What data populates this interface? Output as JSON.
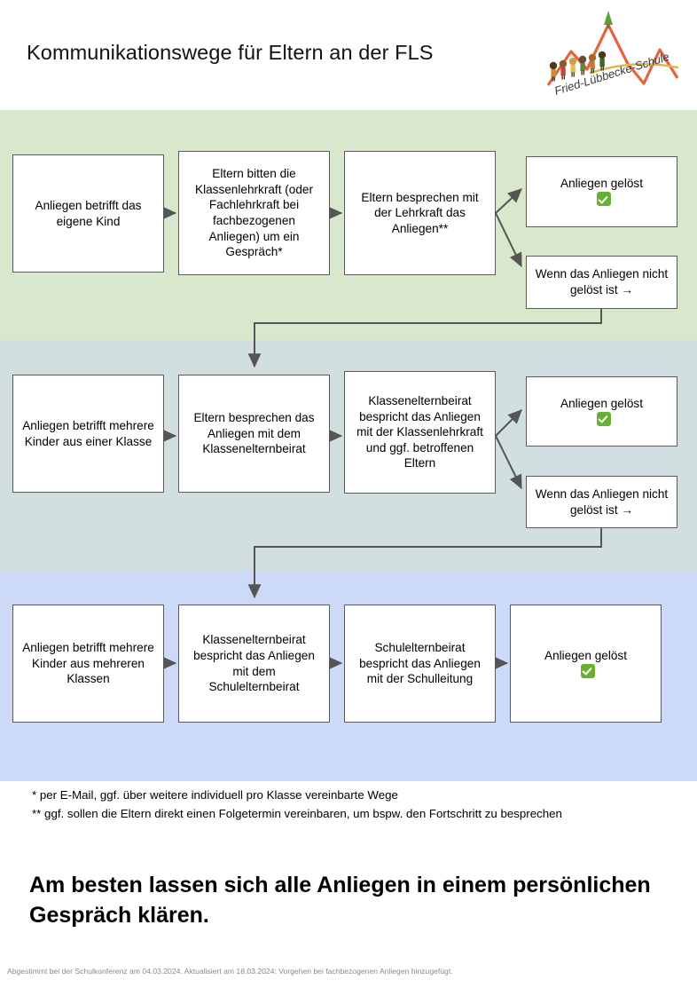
{
  "header": {
    "title": "Kommunikationswege für Eltern an der FLS",
    "logo_name": "fried-luebbecke-schule-logo",
    "logo_text": "Fried-Lübbecke-Schule"
  },
  "rows": [
    {
      "id": "row-eigenes-kind",
      "band_color": "#d9e7cd",
      "boxes": {
        "trigger": "Anliegen betrifft das eigene Kind",
        "step1": "Eltern bitten die Klassenlehrkraft (oder Fachlehrkraft bei fachbezogenen Anliegen) um ein Gespräch*",
        "step2": "Eltern besprechen mit der Lehrkraft das Anliegen**",
        "solved": "Anliegen gelöst",
        "unsolved": "Wenn das Anliegen nicht gelöst ist →"
      }
    },
    {
      "id": "row-eine-klasse",
      "band_color": "#d2dfe1",
      "boxes": {
        "trigger": "Anliegen betrifft mehrere Kinder aus einer Klasse",
        "step1": "Eltern besprechen das Anliegen mit dem Klassenelternbeirat",
        "step2": "Klassenelternbeirat bespricht das Anliegen mit der Klassenlehrkraft und ggf. betroffenen Eltern",
        "solved": "Anliegen gelöst",
        "unsolved": "Wenn das Anliegen nicht gelöst ist →"
      }
    },
    {
      "id": "row-mehrere-klassen",
      "band_color": "#ccdaf7",
      "boxes": {
        "trigger": "Anliegen betrifft mehrere Kinder aus mehreren Klassen",
        "step1": "Klassenelternbeirat bespricht das Anliegen mit dem Schulelternbeirat",
        "step2": "Schulelternbeirat bespricht das Anliegen mit der Schulleitung",
        "solved": "Anliegen gelöst"
      }
    }
  ],
  "footnotes": {
    "line1": "* per E-Mail, ggf. über weitere individuell pro Klasse vereinbarte Wege",
    "line2": "** ggf. sollen die Eltern direkt einen Folgetermin vereinbaren, um bspw. den Fortschritt zu besprechen"
  },
  "statement": "Am besten lassen sich alle Anliegen in einem persönlichen Gespräch klären.",
  "footer": "Abgestimmt bei der Schulkonferenz am 04.03.2024. Aktualisiert am 18.03.2024: Vorgehen bei fachbezogenen Anliegen hinzugefügt.",
  "colors": {
    "band_green": "#d9e7cd",
    "band_gray": "#d2dfe1",
    "band_blue": "#ccdaf7",
    "box_border": "#5a5a5a",
    "arrow": "#555555",
    "check_green": "#68b031",
    "footer_text": "#8a8a8a"
  }
}
